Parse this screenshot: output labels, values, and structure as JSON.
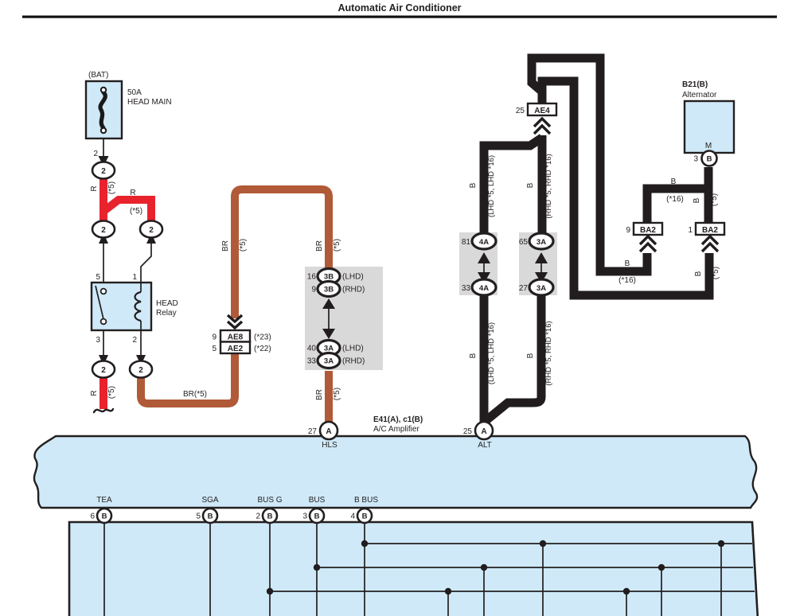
{
  "title": "Automatic Air Conditioner",
  "battery": {
    "tag": "(BAT)",
    "rating": "50A",
    "name": "HEAD MAIN",
    "pin": "2"
  },
  "conn2": "2",
  "relay": {
    "line1": "HEAD",
    "line2": "Relay",
    "pin_top_left": "5",
    "pin_top_right": "1",
    "pin_bot_left": "3",
    "pin_bot_right": "2"
  },
  "wire_labels": {
    "r": "R",
    "star5": "(*5)",
    "br": "BR",
    "br5": "BR(*5)",
    "b": "B",
    "star16": "(*16)",
    "lhd": "(LHD *5, LHD *16)",
    "rhd": "(RHD *5, RHD *16)"
  },
  "ae8": {
    "pin": "9",
    "name": "AE8",
    "note": "(*23)"
  },
  "ae2": {
    "pin": "5",
    "name": "AE2",
    "note": "(*22)"
  },
  "ae4": {
    "pin": "25",
    "name": "AE4"
  },
  "ba2_left": {
    "pin": "9",
    "name": "BA2"
  },
  "ba2_right": {
    "pin": "1",
    "name": "BA2"
  },
  "c3b": {
    "pin_lhd": "16",
    "pin_rhd": "9",
    "name": "3B",
    "lhd": "(LHD)",
    "rhd": "(RHD)"
  },
  "c3a": {
    "pin_lhd": "40",
    "pin_rhd": "33",
    "name": "3A",
    "lhd": "(LHD)",
    "rhd": "(RHD)"
  },
  "c4a_pair": {
    "top_pin": "81",
    "bot_pin": "33",
    "name": "4A"
  },
  "c3a_pair": {
    "top_pin": "65",
    "bot_pin": "27",
    "name": "3A"
  },
  "alternator": {
    "code": "B21(B)",
    "name": "Alternator",
    "terminal": "M",
    "pin": "3",
    "pin_label": "B"
  },
  "amplifier": {
    "code": "E41(A), c1(B)",
    "name": "A/C Amplifier",
    "hls_pin": "27",
    "hls_label": "A",
    "hls": "HLS",
    "alt_pin": "25",
    "alt_label": "A",
    "alt": "ALT"
  },
  "bus_pins": [
    {
      "num": "6",
      "label": "B",
      "name": "TEA"
    },
    {
      "num": "5",
      "label": "B",
      "name": "SGA"
    },
    {
      "num": "2",
      "label": "B",
      "name": "BUS G"
    },
    {
      "num": "3",
      "label": "B",
      "name": "BUS"
    },
    {
      "num": "4",
      "label": "B",
      "name": "B BUS"
    }
  ],
  "colors": {
    "panel_blue": "#cfe9f8",
    "panel_gray": "#d9d9d9",
    "wire_red": "#e8232d",
    "wire_brown": "#b15a37",
    "wire_black": "#211d1e"
  }
}
